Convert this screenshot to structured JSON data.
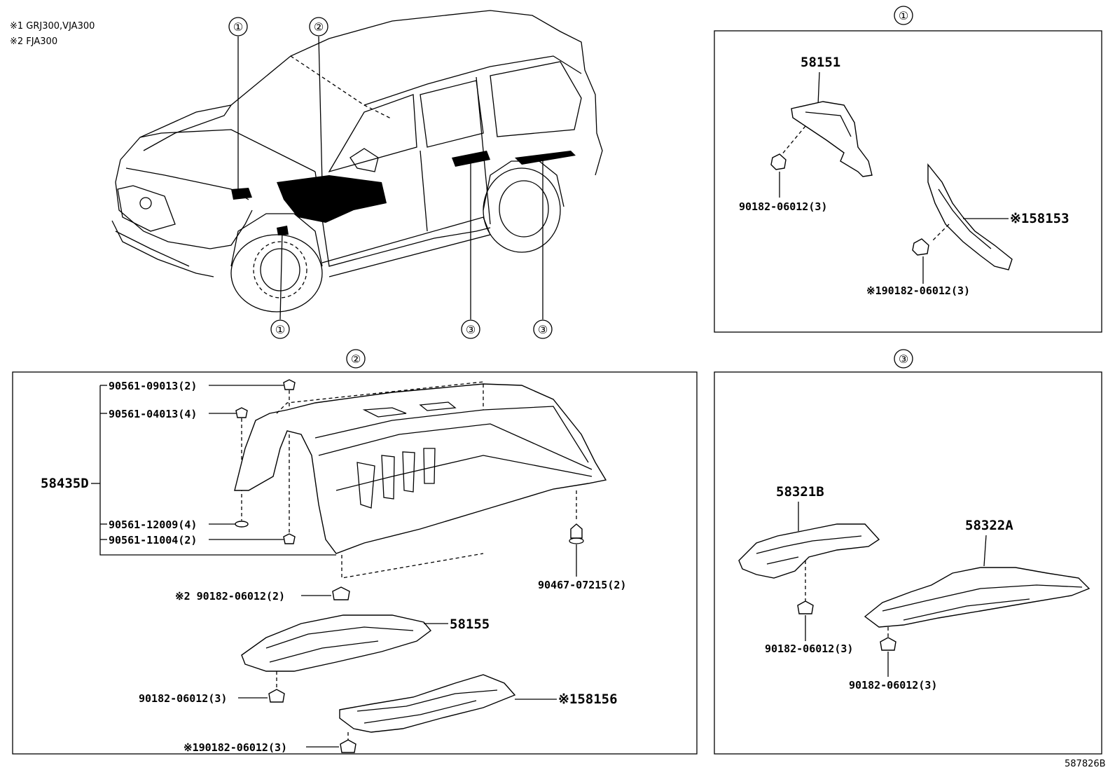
{
  "notes": {
    "note1": "※1 GRJ300,VJA300",
    "note2": "※2 FJA300"
  },
  "callouts": {
    "c1": "①",
    "c2": "②",
    "c3": "③"
  },
  "panel1": {
    "title": "①",
    "p58151": "58151",
    "p58153": "※158153",
    "n1": "90182-06012(3)",
    "n2": "※190182-06012(3)"
  },
  "panel2": {
    "title": "②",
    "main": "58435D",
    "a": "90561-09013(2)",
    "b": "90561-04013(4)",
    "c": "90561-12009(4)",
    "d": "90561-11004(2)",
    "e": "※2 90182-06012(2)",
    "f": "90467-07215(2)",
    "p58155": "58155",
    "g": "90182-06012(3)",
    "p58156": "※158156",
    "h": "※190182-06012(3)"
  },
  "panel3": {
    "title": "③",
    "p58321": "58321B",
    "p58322": "58322A",
    "n1": "90182-06012(3)",
    "n2": "90182-06012(3)"
  },
  "figure_id": "587826B"
}
